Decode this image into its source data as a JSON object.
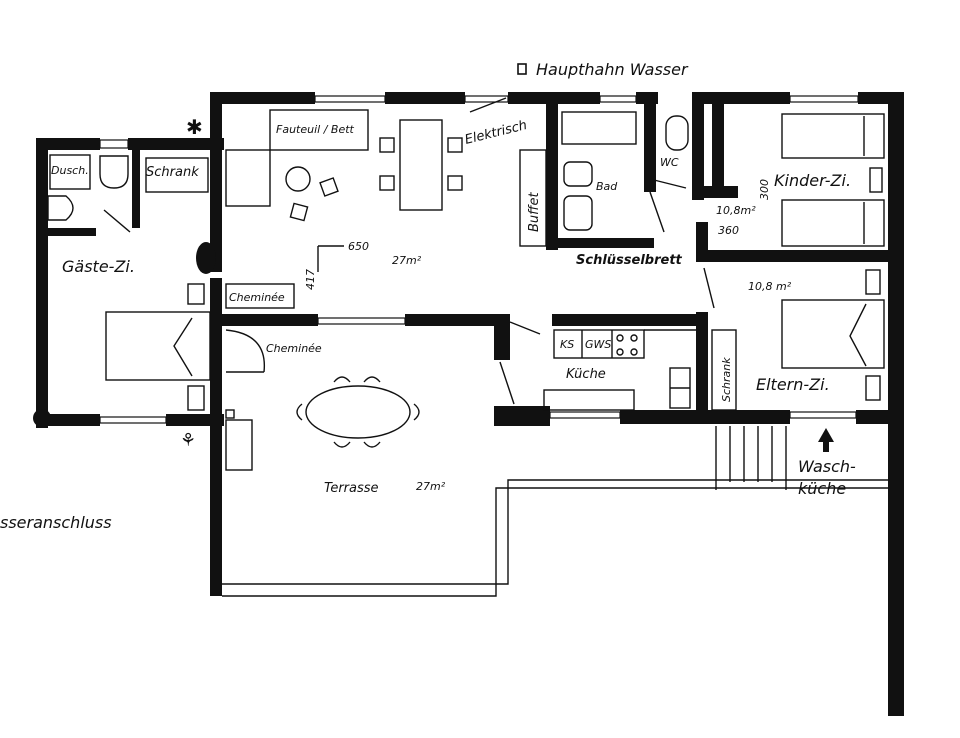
{
  "labels": {
    "main_water_valve": "Haupthahn Wasser",
    "electrical": "Elektrisch",
    "water_connection": "sseranschluss",
    "guest_room": "Gäste-Zi.",
    "shower": "Dusch.",
    "wardrobe_guest": "Schrank",
    "armchair_bed": "Fauteuil / Bett",
    "fireplace_indoor": "Cheminée",
    "fireplace_outdoor": "Cheminée",
    "living_area": "27m²",
    "dim_650": "650",
    "dim_417": "417",
    "buffet": "Buffet",
    "bath": "Bad",
    "wc": "WC",
    "key_board": "Schlüsselbrett",
    "children_room": "Kinder-Zi.",
    "children_area": "10,8m²",
    "dim_300": "300",
    "dim_360": "360",
    "parents_room": "Eltern-Zi.",
    "parents_area": "10,8 m²",
    "wardrobe_parents": "Schrank",
    "kitchen": "Küche",
    "fridge": "KS",
    "dishwasher": "GWS",
    "terrace": "Terrasse",
    "terrace_area": "27m²",
    "laundry_1": "Wasch-",
    "laundry_2": "küche"
  }
}
